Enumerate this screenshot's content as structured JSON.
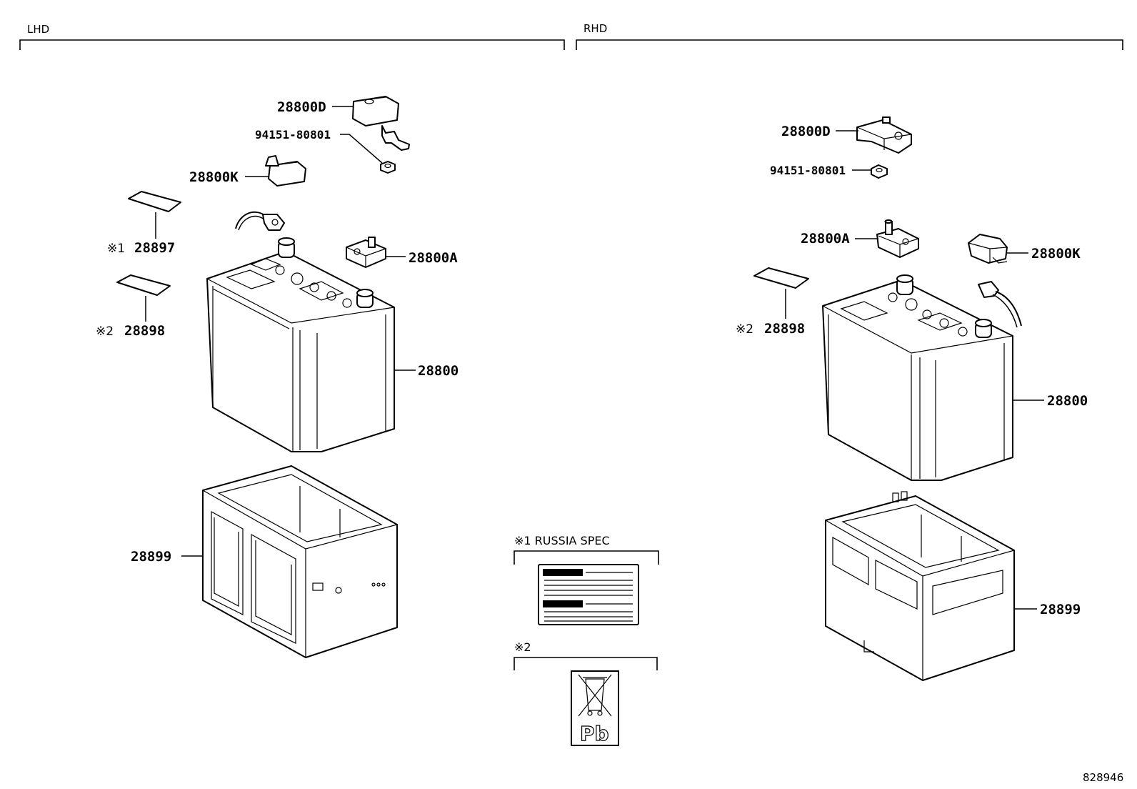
{
  "sections": {
    "lhd": "LHD",
    "rhd": "RHD"
  },
  "footer": {
    "diagram_id": "828946"
  },
  "lhd_labels": {
    "cover_d": "28800D",
    "nut": "94151-80801",
    "cover_k": "28800K",
    "label_1_mark": "※1",
    "label_1": "28897",
    "clamp_a": "28800A",
    "label_2_mark": "※2",
    "label_2": "28898",
    "battery": "28800",
    "tray": "28899"
  },
  "rhd_labels": {
    "cover_d": "28800D",
    "nut": "94151-80801",
    "clamp_a": "28800A",
    "cover_k": "28800K",
    "label_2_mark": "※2",
    "label_2": "28898",
    "battery": "28800",
    "tray": "28899"
  },
  "notes": {
    "note_1": "※1 RUSSIA SPEC",
    "note_2": "※2",
    "pb_symbol": "Pb"
  }
}
